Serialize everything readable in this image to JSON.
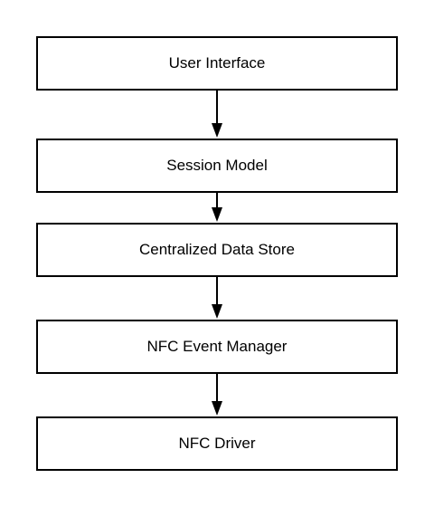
{
  "nodes": [
    {
      "label": "User Interface"
    },
    {
      "label": "Session Model"
    },
    {
      "label": "Centralized Data Store"
    },
    {
      "label": "NFC Event Manager"
    },
    {
      "label": "NFC Driver"
    }
  ],
  "edges": [
    {
      "from": "User Interface",
      "to": "Session Model"
    },
    {
      "from": "Session Model",
      "to": "Centralized Data Store"
    },
    {
      "from": "Centralized Data Store",
      "to": "NFC Event Manager"
    },
    {
      "from": "NFC Event Manager",
      "to": "NFC Driver"
    }
  ],
  "colors": {
    "stroke": "#000000",
    "fill": "#ffffff",
    "text": "#000000"
  }
}
